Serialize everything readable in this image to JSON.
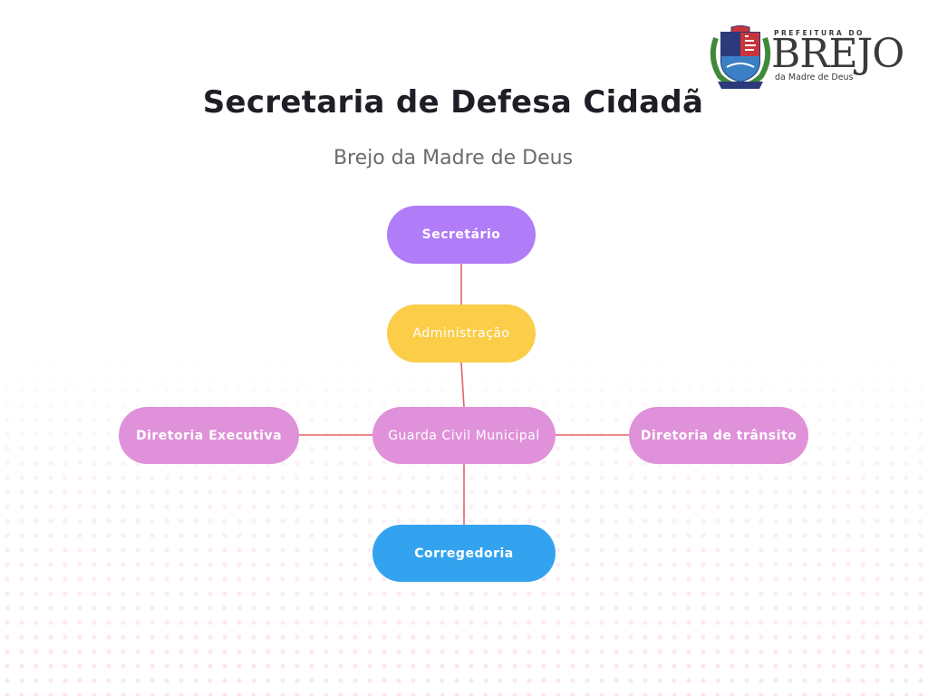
{
  "header": {
    "title": "Secretaria de Defesa Cidadã",
    "subtitle": "Brejo da Madre de Deus"
  },
  "logo": {
    "top_text": "PREFEITURA DO",
    "main_text": "BREJO",
    "sub_text": "da Madre de Deus"
  },
  "org_chart": {
    "secretario": {
      "label": "Secretário",
      "color": "#b07cf8"
    },
    "administracao": {
      "label": "Administração",
      "color": "#fbcd48"
    },
    "guarda": {
      "label": "Guarda Civil Municipal",
      "color": "#df91d9"
    },
    "diretoria_executiva": {
      "label": "Diretoria Executiva",
      "color": "#df91d9"
    },
    "diretoria_transito": {
      "label": "Diretoria de trânsito",
      "color": "#df91d9"
    },
    "corregedoria": {
      "label": "Corregedoria",
      "color": "#34a3ef"
    },
    "connector_color": "#e2636a"
  }
}
